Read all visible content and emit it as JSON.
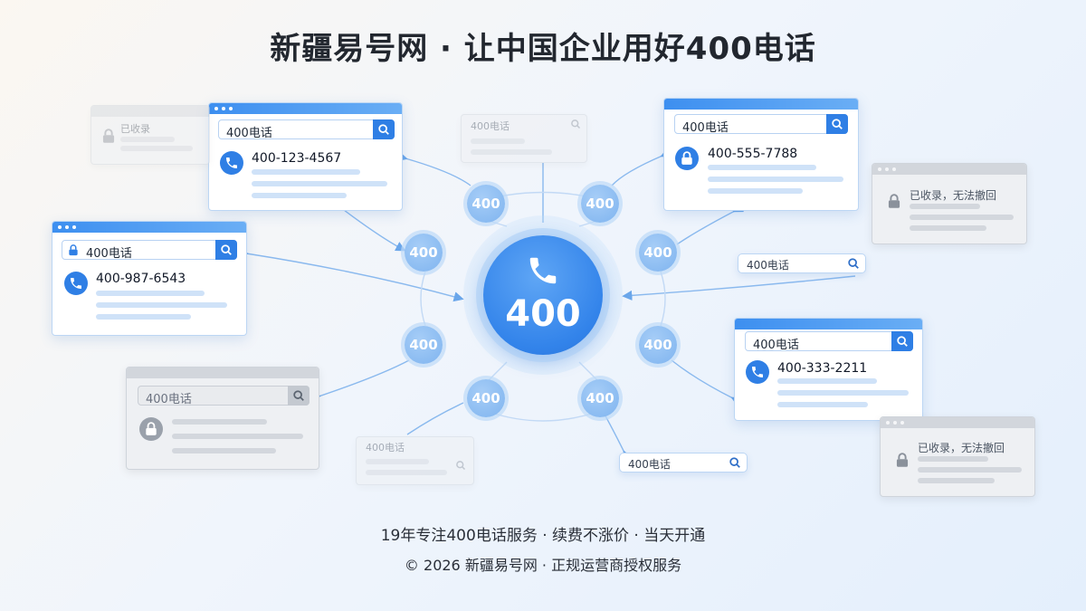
{
  "title": "新疆易号网 · 让中国企业用好400电话",
  "hub": {
    "label": "400"
  },
  "node_label": "400",
  "windows": {
    "w1": {
      "search": "400电话",
      "number": "400-123-4567"
    },
    "w2": {
      "search": "400电话",
      "number": "400-987-6543"
    },
    "w3": {
      "search": "400电话",
      "number": "400-555-7788"
    },
    "w4": {
      "search": "400电话",
      "number": "400-333-2211"
    },
    "w5": {
      "search": "400电话"
    },
    "w6": {
      "status": "已收录，无法撤回"
    },
    "w7": {
      "status": "已收录，无法撤回"
    },
    "faint1": {
      "status": "已收录"
    },
    "faint2": {
      "search": "400电话"
    },
    "faint3": {
      "search": "400电话"
    }
  },
  "pills": {
    "p1": "400电话",
    "p2": "400电话"
  },
  "footer": {
    "line1": "19年专注400电话服务 · 续费不涨价 · 当天开通",
    "line2": "© 2026 新疆易号网 · 正规运营商授权服务"
  },
  "colors": {
    "accent": "#2f7fe5",
    "node": "#7fb4ef",
    "grey": "#9aa1ab"
  },
  "icons": [
    "phone-icon",
    "lock-icon",
    "search-icon"
  ]
}
